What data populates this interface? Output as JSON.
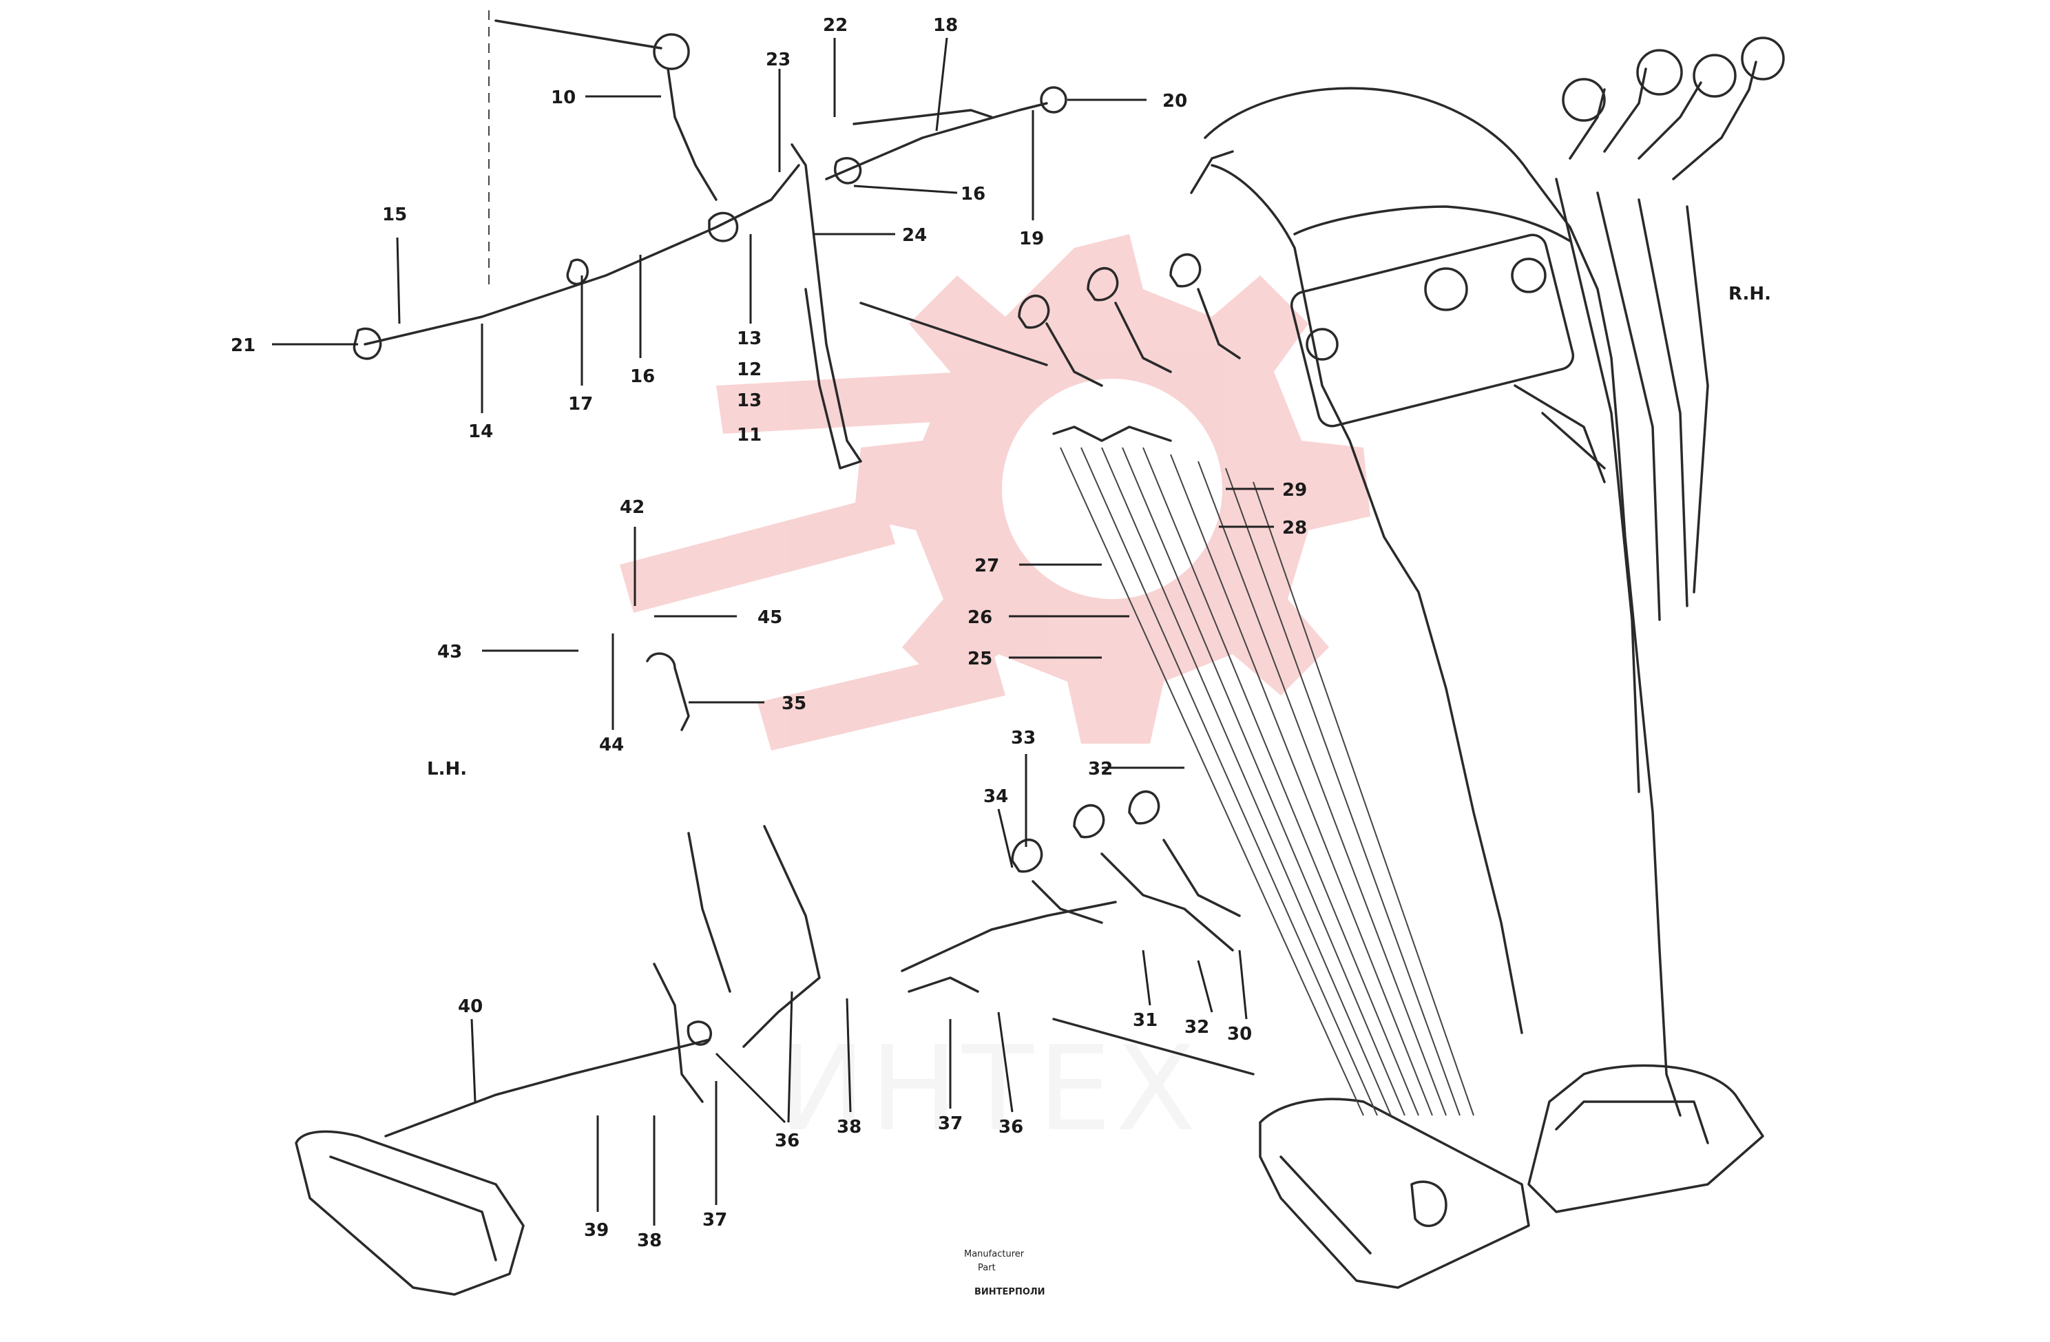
{
  "drawing": {
    "side_notes": {
      "left": "L.H.",
      "right": "R.H."
    },
    "caption": {
      "line1": "Manufacturer",
      "line2": "Part",
      "code": "ВИНТЕРПОЛИ"
    },
    "watermark_text": "ИНТЕХ",
    "watermark_color": "#e23b3b",
    "callouts": {
      "c1": "10",
      "c2": "22",
      "c3": "23",
      "c4": "18",
      "c5": "20",
      "c6": "16",
      "c7": "24",
      "c8": "19",
      "c9": "15",
      "c10": "21",
      "c11": "17",
      "c12": "16",
      "c13": "14",
      "c14": "13",
      "c15": "12",
      "c16": "13",
      "c17": "11",
      "c18": "29",
      "c19": "28",
      "c20": "27",
      "c21": "26",
      "c22": "25",
      "c23": "42",
      "c24": "45",
      "c25": "43",
      "c26": "44",
      "c27": "35",
      "c28": "33",
      "c29": "34",
      "c30": "32",
      "c31": "31",
      "c32": "32",
      "c33": "30",
      "c34": "40",
      "c35": "39",
      "c36": "38",
      "c37": "37",
      "c38": "36",
      "c39": "38",
      "c40": "37",
      "c41": "36"
    }
  }
}
